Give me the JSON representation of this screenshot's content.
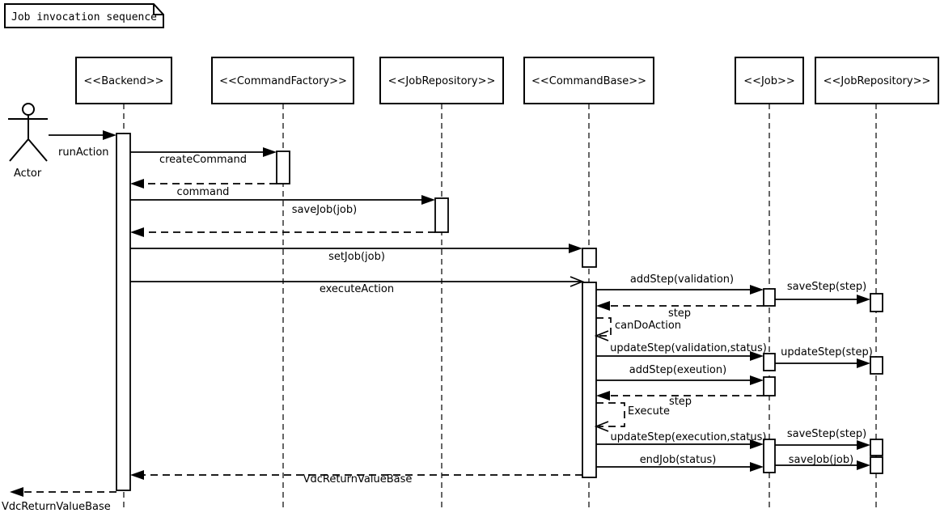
{
  "note": {
    "title": "Job invocation sequence"
  },
  "actor": {
    "label": "Actor"
  },
  "participants": [
    {
      "label": "<<Backend>>"
    },
    {
      "label": "<<CommandFactory>>"
    },
    {
      "label": "<<JobRepository>>"
    },
    {
      "label": "<<CommandBase>>"
    },
    {
      "label": "<<Job>>"
    },
    {
      "label": "<<JobRepository>>"
    }
  ],
  "messages": {
    "run_action": "runAction",
    "create_command": "createCommand",
    "command_return": "command",
    "save_job": "saveJob(job)",
    "set_job": "setJob(job)",
    "execute_action": "executeAction",
    "add_step_validation": "addStep(validation)",
    "save_step_1": "saveStep(step)",
    "step_return_1": "step",
    "can_do_action": "canDoAction",
    "update_step_validation": "updateStep(validation,status)",
    "update_step_1": "updateStep(step)",
    "add_step_execution": "addStep(exeution)",
    "step_return_2": "step",
    "execute_self": "Execute",
    "update_step_execution": "updateStep(execution,status)",
    "save_step_2": "saveStep(step)",
    "end_job": "endJob(status)",
    "save_job_2": "saveJob(job)",
    "vdc_return_to_backend": "VdcReturnValueBase",
    "vdc_return_to_actor": "VdcReturnValueBase"
  },
  "colors": {
    "ink": "#000000",
    "background": "#ffffff"
  }
}
